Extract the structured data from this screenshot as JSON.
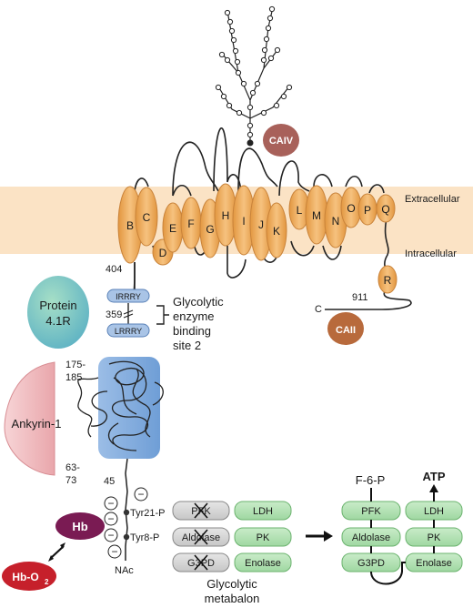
{
  "membrane": {
    "extracellular_label": "Extracellular",
    "intracellular_label": "Intracellular",
    "colors": {
      "membrane": "#fbe3c5",
      "helix": "#eca85c",
      "helix_stroke": "#c9833a"
    }
  },
  "helices": [
    {
      "label": "B"
    },
    {
      "label": "C"
    },
    {
      "label": "D"
    },
    {
      "label": "E"
    },
    {
      "label": "F"
    },
    {
      "label": "G"
    },
    {
      "label": "H"
    },
    {
      "label": "I"
    },
    {
      "label": "J"
    },
    {
      "label": "K"
    },
    {
      "label": "L"
    },
    {
      "label": "M"
    },
    {
      "label": "N"
    },
    {
      "label": "O"
    },
    {
      "label": "P"
    },
    {
      "label": "Q"
    },
    {
      "label": "R"
    }
  ],
  "proteins": {
    "caiv": "CAIV",
    "caii": "CAII",
    "protein41r_line1": "Protein",
    "protein41r_line2": "4.1R",
    "ankyrin": "Ankyrin-1",
    "hb": "Hb",
    "hbo2_main": "Hb-O",
    "hbo2_sub": "2",
    "colors": {
      "caiv": "#a8615a",
      "caii": "#b86a3c",
      "protein41r": "#7ec5a7",
      "ankyrin": "#f2c9cc",
      "hb": "#7a1b53",
      "hbo2": "#c6202b",
      "cdb3": "#a9c4e6"
    }
  },
  "residues": {
    "r404": "404",
    "r911": "911",
    "c_term": "C",
    "r359": "359",
    "r175": "175-",
    "r185": "185",
    "r63": "63-",
    "r73": "73",
    "r45": "45",
    "tyr21": "Tyr21-P",
    "tyr8": "Tyr8-P",
    "nac": "NAc"
  },
  "motifs": [
    "IRRRY",
    "LRRRY"
  ],
  "binding_site": {
    "line1": "Glycolytic",
    "line2": "enzyme",
    "line3": "binding",
    "line4": "site 2"
  },
  "metabalon": {
    "inactive": [
      "PFK",
      "Aldolase",
      "G3PD"
    ],
    "active": [
      "LDH",
      "PK",
      "Enolase"
    ],
    "caption_line1": "Glycolytic",
    "caption_line2": "metabalon"
  },
  "active_complex": {
    "left": [
      "PFK",
      "Aldolase",
      "G3PD"
    ],
    "right": [
      "LDH",
      "PK",
      "Enolase"
    ],
    "input": "F-6-P",
    "output": "ATP"
  },
  "charge_symbol": "−"
}
